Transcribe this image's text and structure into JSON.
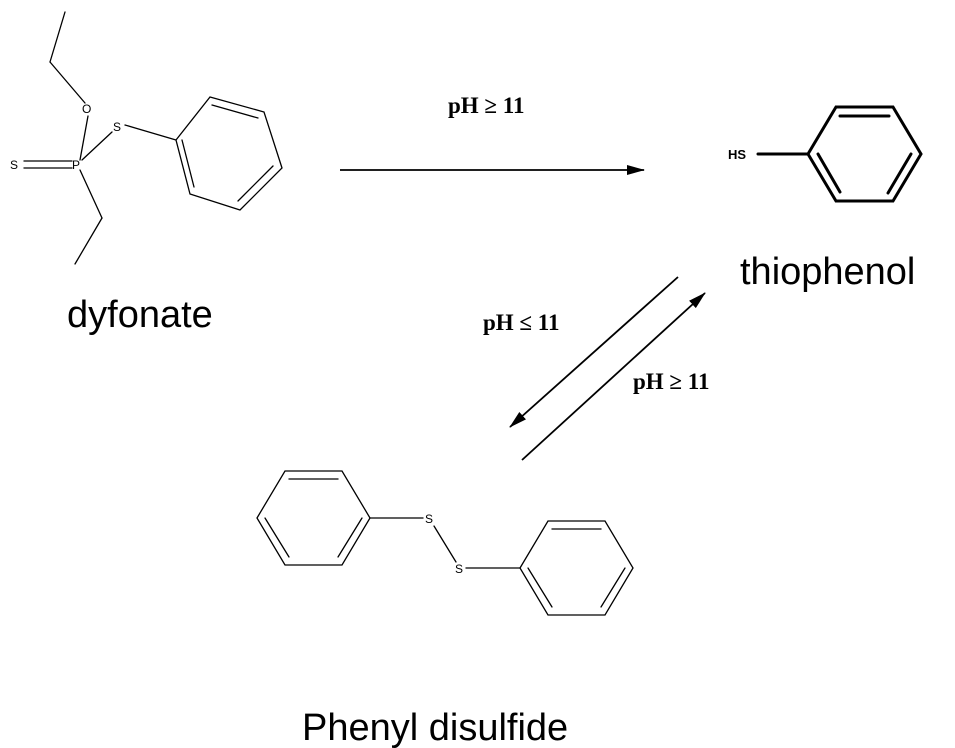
{
  "compounds": {
    "dyfonate": {
      "name": "dyfonate",
      "atoms": {
        "oxygen": "O",
        "sulfur_ester": "S",
        "sulfur_double": "S",
        "phosphorus": "P"
      }
    },
    "thiophenol": {
      "name": "thiophenol",
      "atoms": {
        "thiol": "HS"
      }
    },
    "phenyl_disulfide": {
      "name": "Phenyl disulfide",
      "atoms": {
        "sulfur_1": "S",
        "sulfur_2": "S"
      }
    }
  },
  "reactions": {
    "dyfonate_to_thiophenol": {
      "condition": "pH ≥ 11"
    },
    "thiophenol_to_disulfide": {
      "condition": "pH ≤ 11"
    },
    "disulfide_to_thiophenol": {
      "condition": "pH ≥ 11"
    }
  },
  "colors": {
    "ink": "#000000",
    "background": "#ffffff"
  }
}
